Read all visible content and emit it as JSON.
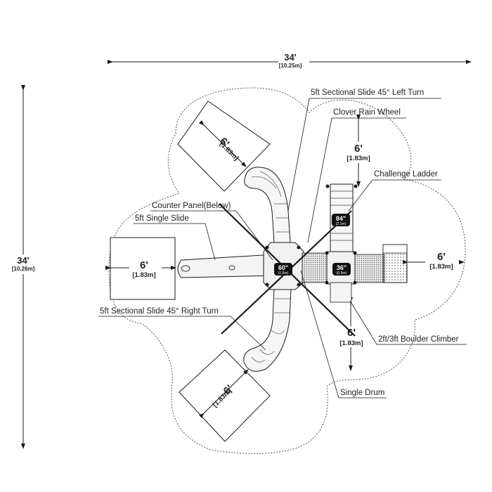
{
  "overall": {
    "width_label": "34'",
    "width_metric": "[10.25m]",
    "depth_label": "34'",
    "depth_metric": "[10.26m]"
  },
  "clearances": [
    {
      "id": "top-left",
      "feet": "6'",
      "metric": "[1.83m]"
    },
    {
      "id": "top-center",
      "feet": "6'",
      "metric": "[1.83m]"
    },
    {
      "id": "left",
      "feet": "6'",
      "metric": "[1.83m]"
    },
    {
      "id": "right",
      "feet": "6'",
      "metric": "[1.83m]"
    },
    {
      "id": "bottom-center",
      "feet": "6'",
      "metric": "[1.83m]"
    },
    {
      "id": "bottom-left",
      "feet": "6'",
      "metric": "[1.83m]"
    }
  ],
  "deck_heights": [
    {
      "main": "84\"",
      "sub": "(2.1m)"
    },
    {
      "main": "60\"",
      "sub": "(1.5m)"
    },
    {
      "main": "36\"",
      "sub": "(0.9m)"
    }
  ],
  "callouts": [
    "5ft Sectional Slide 45° Left Turn",
    "Clover Rain Wheel",
    "Challenge Ladder",
    "Counter Panel(Below)",
    "5ft Single Slide",
    "5ft Sectional Slide 45° Right Turn",
    "2ft/3ft Boulder Climber",
    "Single Drum"
  ],
  "colors": {
    "line": "#1a1a1a",
    "tag_fill": "#111111",
    "deck_fill": "#f1f1f1"
  }
}
